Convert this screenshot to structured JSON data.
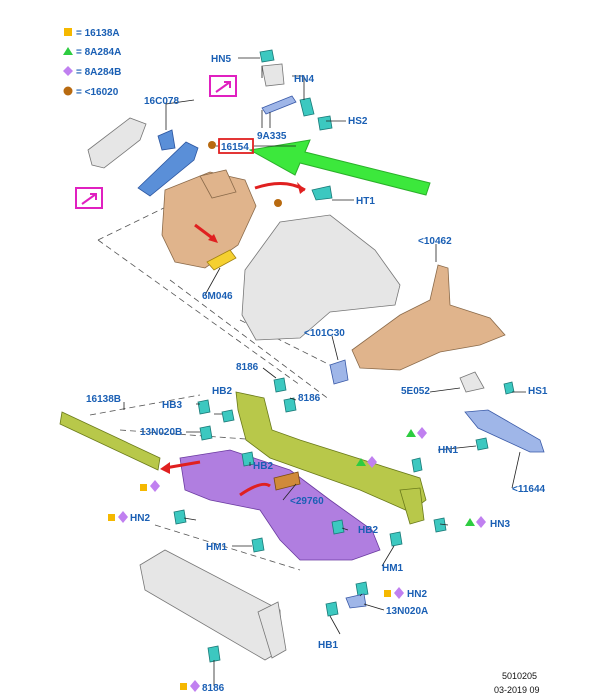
{
  "legend": [
    {
      "symbol": "square",
      "color": "#f5b800",
      "text": "= 16138A"
    },
    {
      "symbol": "triangle",
      "color": "#2ecc40",
      "text": "= 8A284A"
    },
    {
      "symbol": "diamond",
      "color": "#c080f0",
      "text": "= 8A284B"
    },
    {
      "symbol": "circle",
      "color": "#b86a10",
      "text": "= <16020"
    }
  ],
  "callout_icon": "arrow-box-icon",
  "highlight_label": "16154",
  "labels": {
    "hn5": "HN5",
    "hn4": "HN4",
    "c16c078": "16C078",
    "a9a335": "9A335",
    "hs2": "HS2",
    "ht1": "HT1",
    "m6m046": "6M046",
    "p10462": "<10462",
    "p101c30": "<101C30",
    "p5e052": "5E052",
    "hs1": "HS1",
    "p8186a": "8186",
    "hb2a": "HB2",
    "hb3": "HB3",
    "p16138b": "16138B",
    "p8186b": "8186",
    "n13020b": "13N020B",
    "hb2b": "HB2",
    "hn1a": "HN1",
    "p11644": "<11644",
    "p29760": "<29760",
    "hn2a": "HN2",
    "hn3": "HN3",
    "hb2c": "HB2",
    "hm1a": "HM1",
    "hm1b": "HM1",
    "hn2b": "HN2",
    "n13020a": "13N020A",
    "hb1": "HB1",
    "p8186c": "8186"
  },
  "footer": {
    "code": "5010205",
    "date": "03-2019 09"
  }
}
